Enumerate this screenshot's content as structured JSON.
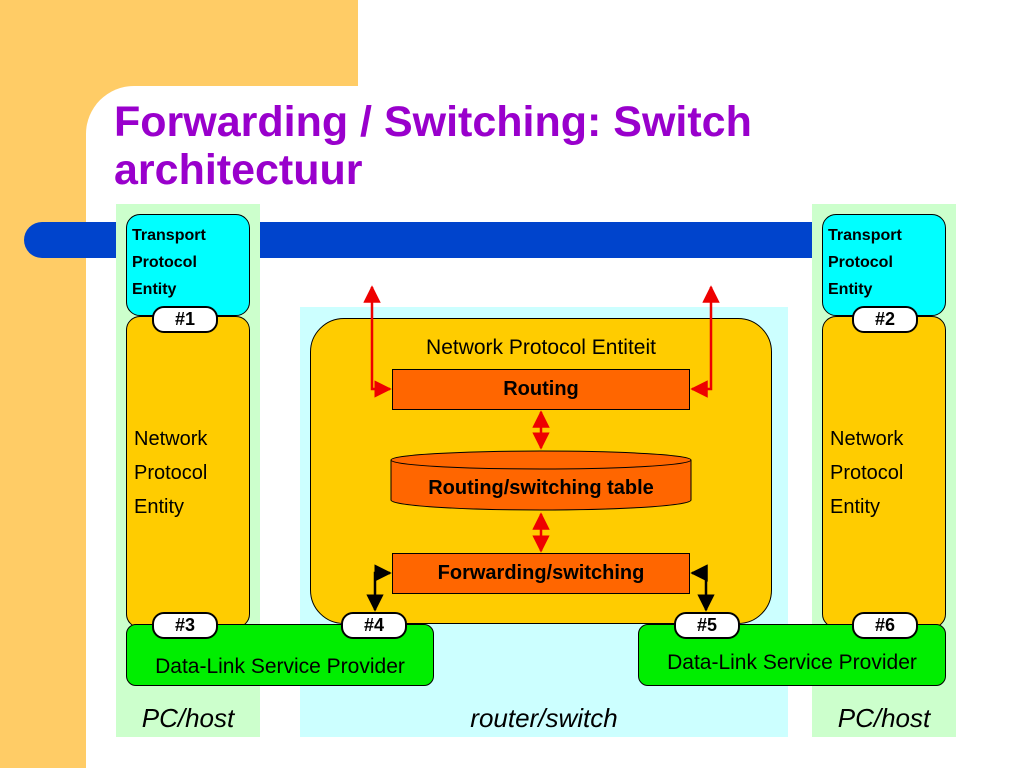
{
  "slide": {
    "title": "Forwarding / Switching: Switch architectuur",
    "colors": {
      "title": "#9900cc",
      "sidebar": "#ffcc66",
      "bar": "#0044cc",
      "host_panel": "#ccffcc",
      "router_panel": "#ccffff",
      "entity": "#ffcc00",
      "transport": "#00ffff",
      "datalink": "#00ee00",
      "process": "#ff6600",
      "arrow": "#ee0000"
    }
  },
  "left_host": {
    "transport_label": "Transport Protocol Entity",
    "network_label_lines": [
      "Network",
      "Protocol",
      "Entity"
    ],
    "port_top": "#1",
    "port_bottom": "#3",
    "datalink_label": "Data-Link Service Provider",
    "caption": "PC/host"
  },
  "right_host": {
    "transport_label": "Transport Protocol Entity",
    "network_label_lines": [
      "Network",
      "Protocol",
      "Entity"
    ],
    "port_top": "#2",
    "port_bottom": "#6",
    "datalink_label": "Data-Link Service Provider",
    "caption": "PC/host"
  },
  "router": {
    "entity_label": "Network Protocol Entiteit",
    "routing_label": "Routing",
    "table_label": "Routing/switching table",
    "forwarding_label": "Forwarding/switching",
    "port_left": "#4",
    "port_right": "#5",
    "caption": "router/switch"
  }
}
